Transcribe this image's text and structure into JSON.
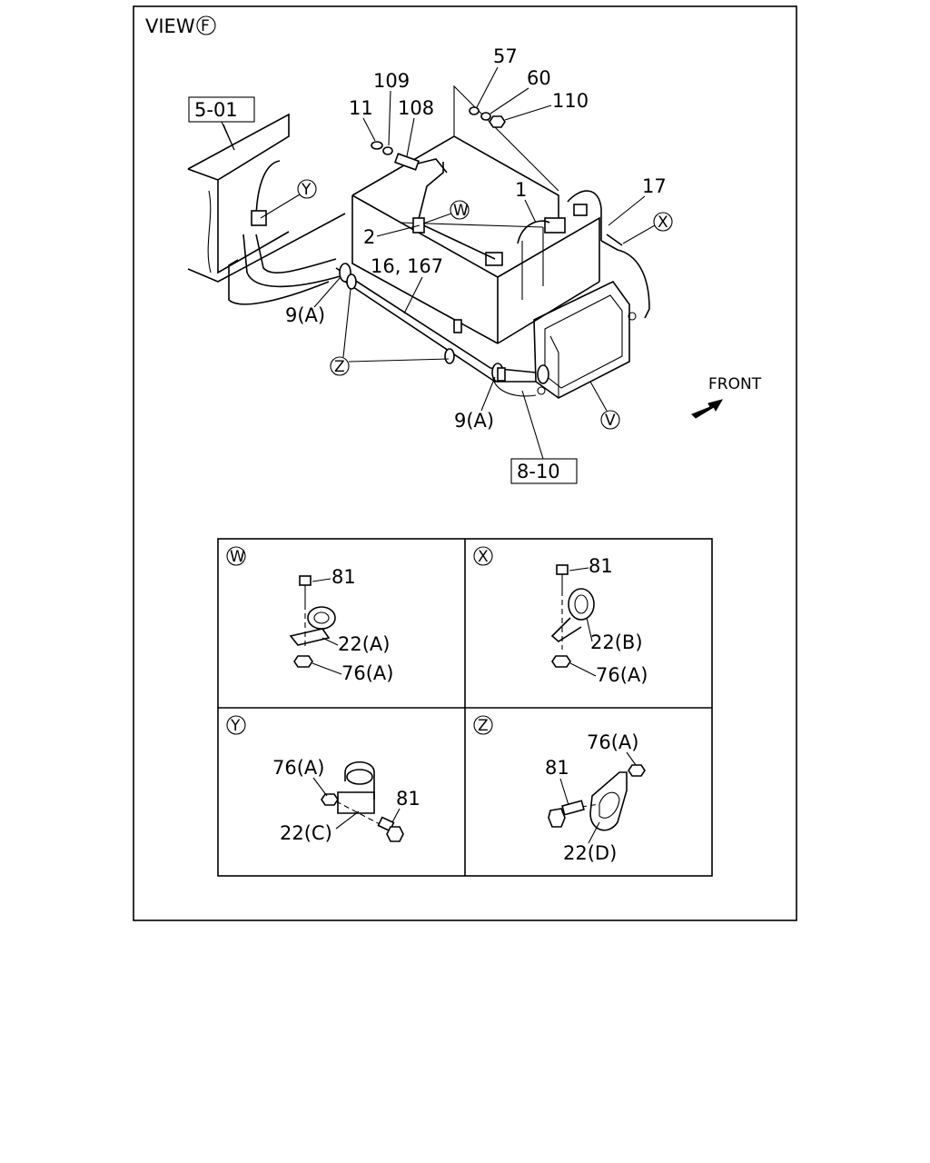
{
  "view_title": {
    "text": "VIEW",
    "circled": "F"
  },
  "refs": {
    "frame": "5-01",
    "hose": "8-10"
  },
  "direction": {
    "front": "FRONT"
  },
  "callouts": {
    "c57": "57",
    "c60": "60",
    "c110": "110",
    "c109": "109",
    "c11": "11",
    "c108": "108",
    "c1": "1",
    "c17": "17",
    "c2": "2",
    "c16": "16, 167",
    "c9a_top": "9(A)",
    "c9a_bottom": "9(A)"
  },
  "detail_markers": {
    "w": "W",
    "x": "X",
    "y": "Y",
    "z": "Z",
    "v": "V"
  },
  "details": {
    "w": {
      "marker": "W",
      "bolt": "81",
      "clamp": "22(A)",
      "nut": "76(A)"
    },
    "x": {
      "marker": "X",
      "bolt": "81",
      "clamp": "22(B)",
      "nut": "76(A)"
    },
    "y": {
      "marker": "Y",
      "bolt": "81",
      "clamp": "22(C)",
      "nut": "76(A)"
    },
    "z": {
      "marker": "Z",
      "bolt": "81",
      "clamp": "22(D)",
      "nut": "76(A)"
    }
  }
}
